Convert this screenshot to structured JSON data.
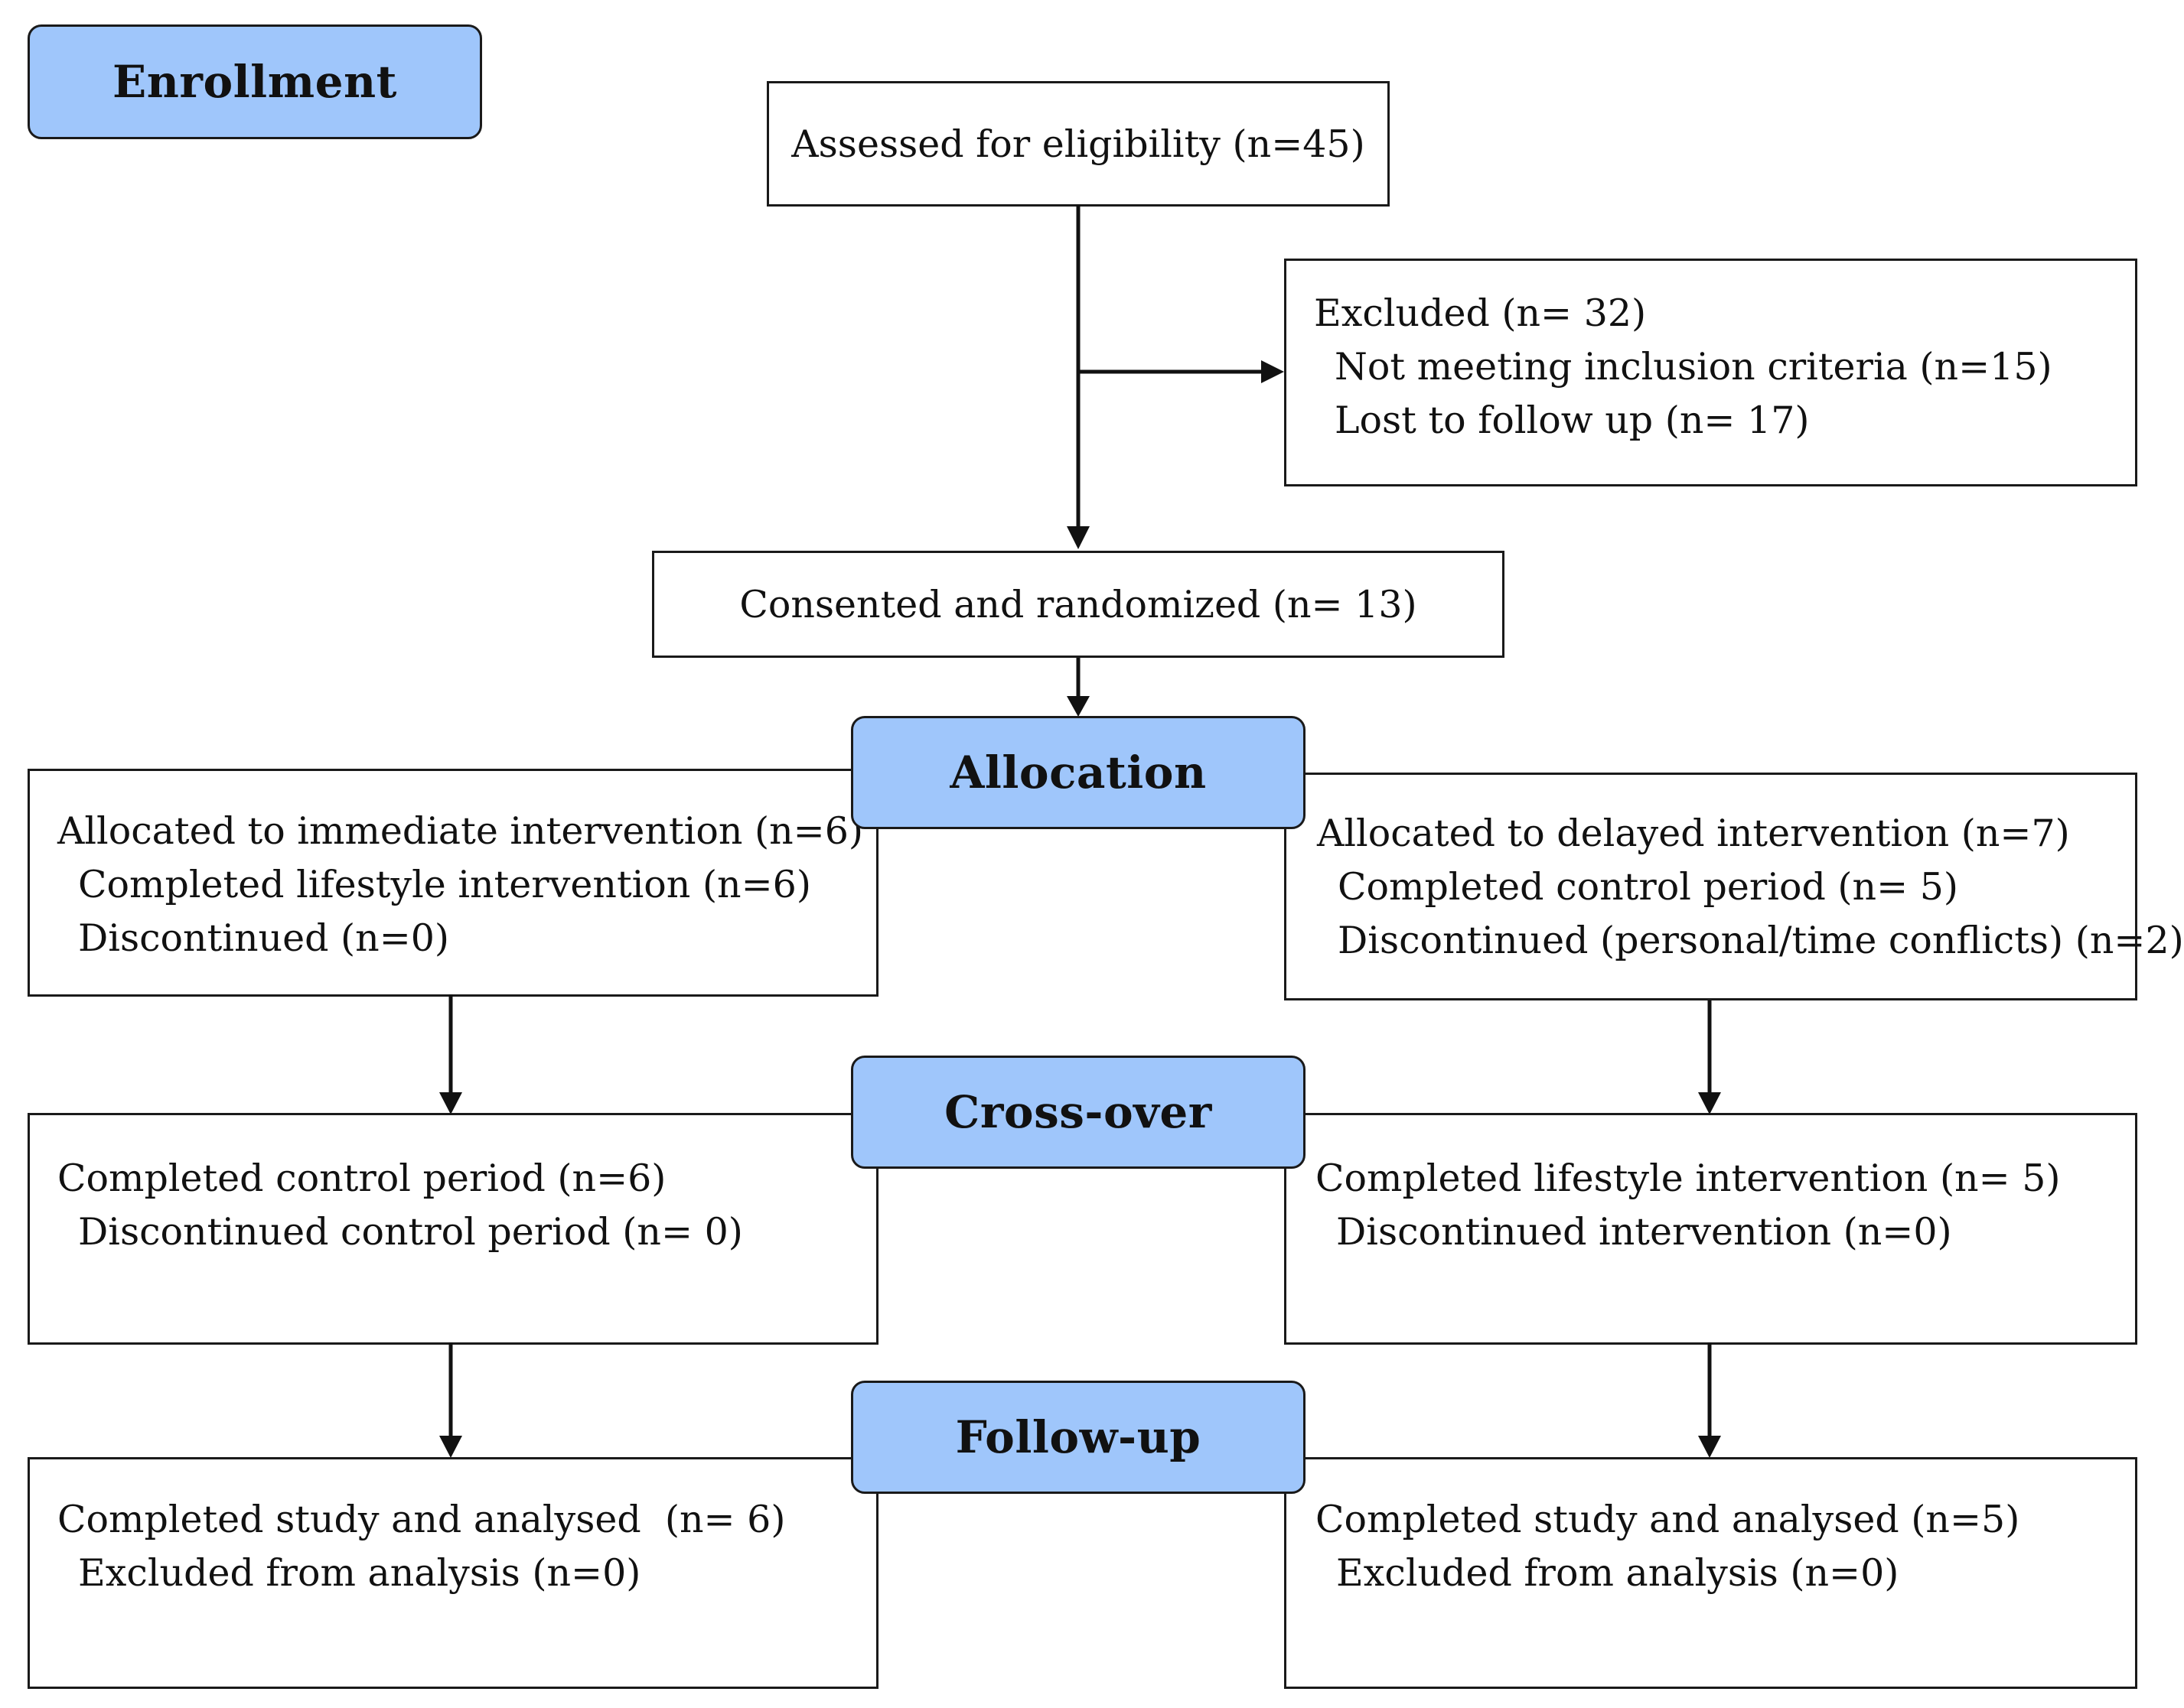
{
  "stages": {
    "enrollment": "Enrollment",
    "allocation": "Allocation",
    "crossover": "Cross-over",
    "followup": "Follow-up"
  },
  "assessed": "Assessed for eligibility (n=45)",
  "excluded": {
    "title": "Excluded (n= 32)",
    "reasons": [
      "Not meeting inclusion criteria (n=15)",
      "Lost to follow up (n= 17)"
    ]
  },
  "randomized": "Consented and randomized (n= 13)",
  "allocation_left": {
    "title": "Allocated to immediate intervention (n=6)",
    "lines": [
      "Completed lifestyle intervention (n=6)",
      "Discontinued (n=0)"
    ]
  },
  "allocation_right": {
    "title": "Allocated to delayed intervention (n=7)",
    "lines": [
      "Completed control period (n= 5)",
      "Discontinued (personal/time conflicts) (n=2)"
    ]
  },
  "crossover_left": {
    "title": "Completed control period (n=6)",
    "lines": [
      "Discontinued control period (n= 0)"
    ]
  },
  "crossover_right": {
    "title": "Completed lifestyle intervention (n= 5)",
    "lines": [
      "Discontinued intervention (n=0)"
    ]
  },
  "followup_left": {
    "title": "Completed study and analysed  (n= 6)",
    "lines": [
      "Excluded from analysis (n=0)"
    ]
  },
  "followup_right": {
    "title": "Completed study and analysed (n=5)",
    "lines": [
      "Excluded from analysis (n=0)"
    ]
  }
}
